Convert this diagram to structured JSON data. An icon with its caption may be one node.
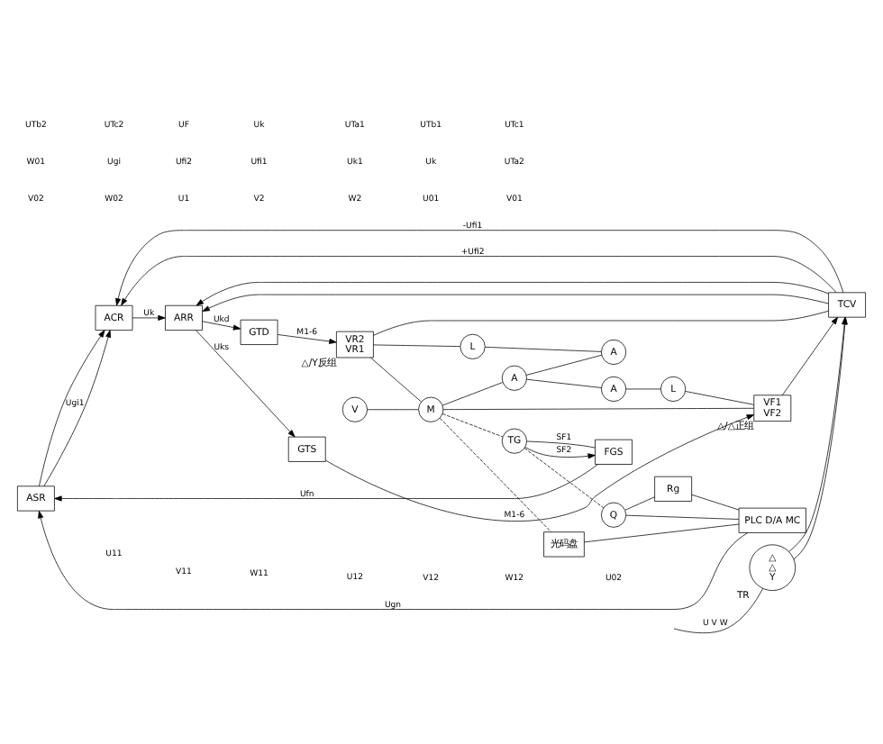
{
  "diagram": {
    "nodes": [
      {
        "text": [
          "ASR"
        ]
      },
      {
        "text": [
          "ACR"
        ]
      },
      {
        "text": [
          "ARR"
        ]
      },
      {
        "text": [
          "GTD"
        ]
      },
      {
        "text": [
          "GTS"
        ]
      },
      {
        "text": [
          "FGS"
        ]
      },
      {
        "text": [
          "TCV"
        ]
      },
      {
        "text": [
          "△",
          "△",
          "Y"
        ],
        "beside": [
          "TR"
        ]
      },
      {
        "text": [
          "VR2",
          "VR1"
        ],
        "beside": [
          "△/Y反组"
        ]
      },
      {
        "text": [
          "V"
        ]
      },
      {
        "text": [
          "M"
        ]
      },
      {
        "text": [
          "A"
        ]
      },
      {
        "text": [
          "A"
        ]
      },
      {
        "text": [
          "A"
        ]
      },
      {
        "text": [
          "L"
        ]
      },
      {
        "text": [
          "L"
        ]
      },
      {
        "text": [
          "VF1",
          "VF2"
        ],
        "beside": [
          "△/△正组"
        ]
      },
      {
        "text": [
          "TG"
        ]
      },
      {
        "text": [
          "Q"
        ]
      },
      {
        "text": [
          "Rg"
        ]
      },
      {
        "text": [
          "PLC D/A MC"
        ]
      },
      {
        "text": [
          "光码盘"
        ]
      }
    ],
    "edges": [
      {
        "from": 20,
        "to": 0,
        "arrow": "to",
        "label": "Ugn"
      },
      {
        "from": 5,
        "to": 0,
        "arrow": "to",
        "label": "Ufn"
      },
      {
        "from": 0,
        "to": 1,
        "arrow": "to",
        "label": "Ugi1"
      },
      {
        "from": 0,
        "to": 1,
        "arrow": "to"
      },
      {
        "from": 6,
        "to": 1,
        "arrow": "to",
        "label": "-Ufi1"
      },
      {
        "from": 6,
        "to": 1,
        "arrow": "to",
        "label": "+Ufi2"
      },
      {
        "from": 6,
        "to": 2,
        "arrow": "to"
      },
      {
        "from": 6,
        "to": 2,
        "arrow": "to"
      },
      {
        "from": 1,
        "to": 2,
        "arrow": "to",
        "label": "Uk"
      },
      {
        "from": 2,
        "to": 3,
        "arrow": "to",
        "label": "Ukd"
      },
      {
        "from": 2,
        "to": 4,
        "arrow": "to",
        "label": "Uks"
      },
      {
        "from": 3,
        "to": 8,
        "arrow": "to",
        "label": "M1-6"
      },
      {
        "from": 4,
        "to": 16,
        "arrow": "to",
        "label": "M1-6"
      },
      {
        "from": null,
        "to": 7,
        "arrow": "none",
        "label": "U V W"
      },
      {
        "from": 7,
        "to": 6,
        "arrow": "to"
      },
      {
        "from": 7,
        "to": 6,
        "arrow": "to"
      },
      {
        "from": 8,
        "to": 6,
        "arrow": "none"
      },
      {
        "from": 16,
        "to": 6,
        "arrow": "to"
      },
      {
        "from": 8,
        "to": 14,
        "arrow": "none"
      },
      {
        "from": 14,
        "to": 12,
        "arrow": "none"
      },
      {
        "from": 9,
        "to": 10,
        "arrow": "none"
      },
      {
        "from": 10,
        "to": 11,
        "arrow": "none"
      },
      {
        "from": 8,
        "to": 10,
        "arrow": "none"
      },
      {
        "from": 16,
        "to": 10,
        "arrow": "none"
      },
      {
        "from": 11,
        "to": 12,
        "arrow": "none"
      },
      {
        "from": 11,
        "to": 13,
        "arrow": "none"
      },
      {
        "from": 13,
        "to": 15,
        "arrow": "none"
      },
      {
        "from": 15,
        "to": 16,
        "arrow": "none"
      },
      {
        "from": 17,
        "to": 5,
        "arrow": "to",
        "label": "SF2"
      },
      {
        "from": 17,
        "to": 5,
        "arrow": "none",
        "label": "SF1"
      },
      {
        "from": 10,
        "to": 17,
        "arrow": "none",
        "style": "dashed"
      },
      {
        "from": 17,
        "to": 18,
        "arrow": "none",
        "style": "dashed"
      },
      {
        "from": 18,
        "to": 19,
        "arrow": "none"
      },
      {
        "from": 19,
        "to": 20,
        "arrow": "none"
      },
      {
        "from": 18,
        "to": 20,
        "arrow": "none"
      },
      {
        "from": 10,
        "to": 21,
        "arrow": "none",
        "style": "dashed"
      },
      {
        "from": 21,
        "to": 20,
        "arrow": "none"
      }
    ],
    "labels": [
      "U11",
      "V11",
      "W11",
      "U12",
      "V12",
      "W12",
      "U02",
      "V02",
      "W02",
      "U1",
      "V2",
      "W2",
      "U01",
      "V01",
      "W01",
      "Ugi",
      "Ufi2",
      "Ufi1",
      "Uk1",
      "Uk",
      "UTa2",
      "UTb2",
      "UTc2",
      "UF",
      "Uk",
      "UTa1",
      "UTb1",
      "UTc1"
    ]
  }
}
